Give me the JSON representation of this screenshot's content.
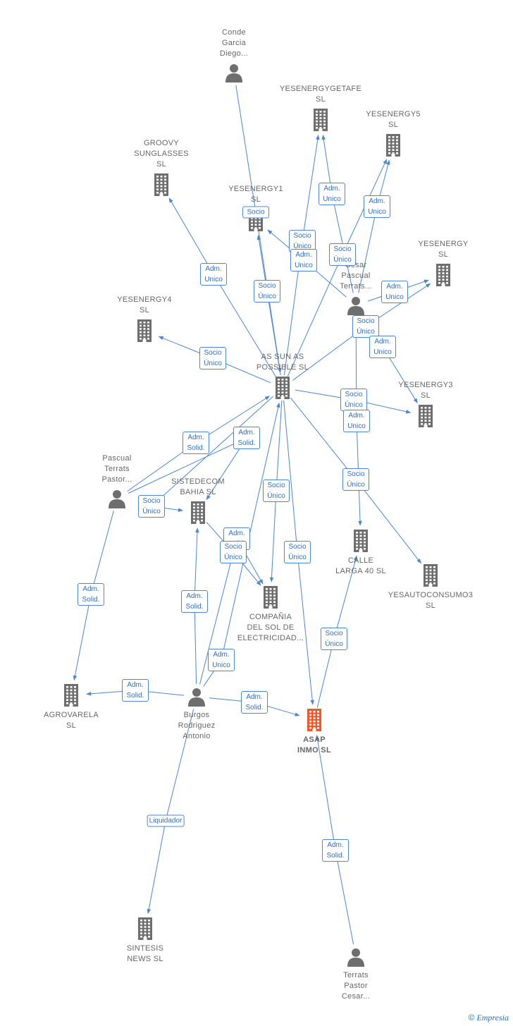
{
  "colors": {
    "edge": "#4a86d4",
    "node": "#6e6e6e",
    "focus": "#f0572a",
    "label": "#666666"
  },
  "nodes": [
    {
      "id": "conde",
      "label": "Conde\nGarcia\nDiego...",
      "kind": "person",
      "icon": "person-icon"
    },
    {
      "id": "getafe",
      "label": "YESENERGYGETAFE\nSL",
      "kind": "company",
      "icon": "building-icon"
    },
    {
      "id": "y5",
      "label": "YESENERGY5\nSL",
      "kind": "company",
      "icon": "building-icon"
    },
    {
      "id": "groovy",
      "label": "GROOVY\nSUNGLASSES\nSL",
      "kind": "company",
      "icon": "building-icon"
    },
    {
      "id": "y1",
      "label": "YESENERGY1\nSL",
      "kind": "company",
      "icon": "building-icon"
    },
    {
      "id": "cesar",
      "label": "Cesar\nPascual\nTerrats...",
      "kind": "person",
      "icon": "person-icon"
    },
    {
      "id": "ysl",
      "label": "YESENERGY\nSL",
      "kind": "company",
      "icon": "building-icon"
    },
    {
      "id": "y4",
      "label": "YESENERGY4\nSL",
      "kind": "company",
      "icon": "building-icon"
    },
    {
      "id": "asun",
      "label": "AS SUN AS\nPOSSIBLE  SL",
      "kind": "company",
      "icon": "building-icon"
    },
    {
      "id": "y3",
      "label": "YESENERGY3\nSL",
      "kind": "company",
      "icon": "building-icon"
    },
    {
      "id": "pascual",
      "label": "Pascual\nTerrats\nPastor...",
      "kind": "person",
      "icon": "person-icon"
    },
    {
      "id": "sistedecom",
      "label": "SISTEDECOM\nBAHIA  SL",
      "kind": "company",
      "icon": "building-icon"
    },
    {
      "id": "calle",
      "label": "CALLE\nLARGA 40  SL",
      "kind": "company",
      "icon": "building-icon"
    },
    {
      "id": "yesauto",
      "label": "YESAUTOCONSUMO3\nSL",
      "kind": "company",
      "icon": "building-icon"
    },
    {
      "id": "compania",
      "label": "COMPAÑIA\nDEL SOL DE\nELECTRICIDAD...",
      "kind": "company",
      "icon": "building-icon"
    },
    {
      "id": "agrovarela",
      "label": "AGROVARELA\nSL",
      "kind": "company",
      "icon": "building-icon"
    },
    {
      "id": "burgos",
      "label": "Burgos\nRodriguez\nAntonio",
      "kind": "person",
      "icon": "person-icon"
    },
    {
      "id": "asap",
      "label": "ASAP\nINMO  SL",
      "kind": "focus",
      "icon": "building-icon"
    },
    {
      "id": "sintesis",
      "label": "SINTESIS\nNEWS SL",
      "kind": "company",
      "icon": "building-icon"
    },
    {
      "id": "terrats",
      "label": "Terrats\nPastor\nCesar...",
      "kind": "person",
      "icon": "person-icon"
    }
  ],
  "relations": [
    {
      "from": "conde",
      "to": "asun",
      "label": "Socio"
    },
    {
      "from": "asun",
      "to": "getafe",
      "label": "Socio\nÚnico"
    },
    {
      "from": "cesar",
      "to": "getafe",
      "label": "Adm.\nUnico"
    },
    {
      "from": "asun",
      "to": "y5",
      "label": "Socio\nÚnico"
    },
    {
      "from": "cesar",
      "to": "y5",
      "label": "Adm.\nUnico"
    },
    {
      "from": "asun",
      "to": "groovy",
      "label": "Adm.\nUnico"
    },
    {
      "from": "asun",
      "to": "y1",
      "label": "Socio\nÚnico"
    },
    {
      "from": "cesar",
      "to": "y1",
      "label": "Adm.\nUnico"
    },
    {
      "from": "cesar",
      "to": "ysl",
      "label": "Adm.\nUnico"
    },
    {
      "from": "asun",
      "to": "ysl",
      "label": "Socio\nÚnico"
    },
    {
      "from": "cesar",
      "to": "y3",
      "label": "Adm.\nUnico"
    },
    {
      "from": "asun",
      "to": "y4",
      "label": "Socio\nÚnico"
    },
    {
      "from": "asun",
      "to": "y3",
      "label": "Socio\nÚnico"
    },
    {
      "from": "cesar",
      "to": "calle",
      "label": "Adm.\nUnico"
    },
    {
      "from": "asun",
      "to": "yesauto",
      "label": "Socio\nÚnico"
    },
    {
      "from": "pascual",
      "to": "asun",
      "label": "Adm.\nSolid."
    },
    {
      "from": "asun",
      "to": "sistedecom",
      "label": "Socio\nÚnico"
    },
    {
      "from": "pascual",
      "to": "sistedecom",
      "label": "Adm.\nSolid."
    },
    {
      "from": "asun",
      "to": "compania",
      "label": "Socio\nÚnico"
    },
    {
      "from": "asun",
      "to": "asap",
      "label": "Socio\nÚnico"
    },
    {
      "from": "burgos",
      "to": "compania",
      "label": "Adm.\nSolid."
    },
    {
      "from": "sistedecom",
      "to": "compania",
      "label": "Socio\nÚnico"
    },
    {
      "from": "burgos",
      "to": "sistedecom",
      "label": "Adm.\nSolid."
    },
    {
      "from": "burgos",
      "to": "asun",
      "label": "Adm.\nUnico"
    },
    {
      "from": "pascual",
      "to": "agrovarela",
      "label": "Adm.\nSolid."
    },
    {
      "from": "burgos",
      "to": "agrovarela",
      "label": "Adm.\nSolid."
    },
    {
      "from": "burgos",
      "to": "asap",
      "label": "Adm.\nSolid."
    },
    {
      "from": "asap",
      "to": "calle",
      "label": "Socio\nÚnico"
    },
    {
      "from": "burgos",
      "to": "sintesis",
      "label": "Liquidador"
    },
    {
      "from": "terrats",
      "to": "asap",
      "label": "Adm.\nSolid."
    }
  ],
  "footer": {
    "copyright": "©",
    "brand": "Empresia"
  }
}
